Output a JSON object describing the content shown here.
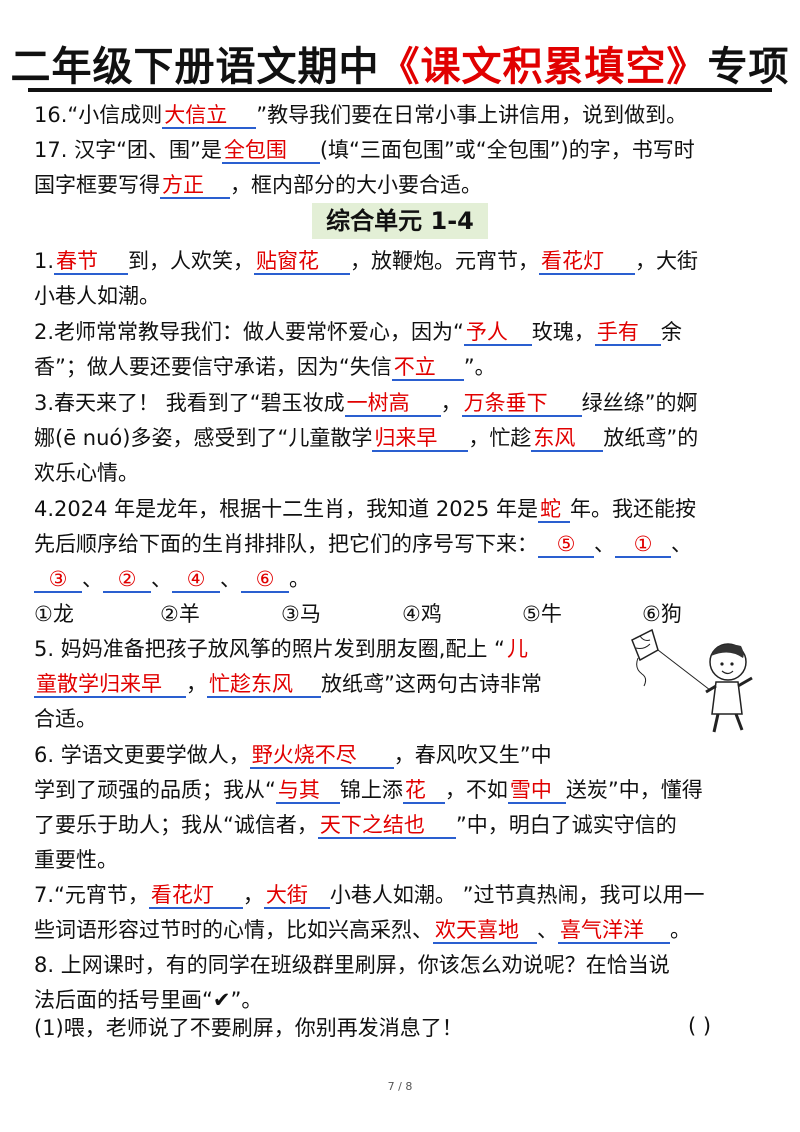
{
  "title": {
    "prefix": "二年级下册语文期中",
    "highlight": "《课文积累填空》",
    "suffix": "专项"
  },
  "l16": {
    "a": "16.“小信成则",
    "b": "大信立",
    "c": "”教导我们要在日常小事上讲信用，说到做到。"
  },
  "l17a": {
    "a": "17. 汉字“团、围”是",
    "b": "全包围",
    "c": "(填“三面包围”或“全包围”)的字，书写时"
  },
  "l17b": {
    "a": "国字框要写得",
    "b": "方正",
    "c": "，框内部分的大小要合适。"
  },
  "section_title": "综合单元 1-4",
  "q1a": {
    "a": "1.",
    "b": "春节",
    "c": "到，人欢笑，",
    "d": "贴窗花",
    "e": "，放鞭炮。元宵节，",
    "f": "看花灯",
    "g": "，大街"
  },
  "q1b": "小巷人如潮。",
  "q2a": {
    "a": "2.老师常常教导我们：做人要常怀爱心，因为“",
    "b": "予人",
    "c": "玫瑰，",
    "d": "手有",
    "e": "余"
  },
  "q2b": {
    "a": "香”；做人要还要信守承诺，因为“失信",
    "b": "不立",
    "c": "”。"
  },
  "q3a": {
    "a": "3.春天来了！  我看到了“碧玉妆成",
    "b": "一树高",
    "c": "，",
    "d": "万条垂下",
    "e": "绿丝绦”的婀"
  },
  "q3b": {
    "a": "娜(ē nuó)多姿，感受到了“儿童散学",
    "b": "归来早",
    "c": "，忙趁",
    "d": "东风",
    "e": "放纸鸢”的"
  },
  "q3c": "欢乐心情。",
  "q4a": {
    "a": "4.2024 年是龙年，根据十二生肖，我知道 2025 年是",
    "b": "蛇",
    "c": "年。我还能按"
  },
  "q4b": {
    "a": "先后顺序给下面的生肖排排队，把它们的序号写下来：",
    "b": "⑤",
    "c": "、",
    "d": "①",
    "e": "、"
  },
  "q4c": {
    "a": "③",
    "b": "、",
    "c": "②",
    "d": "、",
    "e": "④",
    "f": "、",
    "g": "⑥",
    "h": "。"
  },
  "zodiac": [
    "①龙",
    "②羊",
    "③马",
    "④鸡",
    "⑤牛",
    "⑥狗"
  ],
  "q5a": {
    "a": "5. 妈妈准备把孩子放风筝的照片发到朋友圈,配上 “",
    "b": "儿"
  },
  "q5b": {
    "a": "童散学归来早",
    "b": "，",
    "c": "忙趁东风",
    "d": "放纸鸢”这两句古诗非常"
  },
  "q5c": "合适。",
  "q6a": {
    "a": "6. 学语文更要学做人，",
    "b": "野火烧不尽",
    "c": "，春风吹又生”中"
  },
  "q6b": {
    "a": "学到了顽强的品质；我从“",
    "b": "与其",
    "c": "锦上添",
    "d": "花",
    "e": "，不如",
    "f": "雪中",
    "g": "送炭”中，懂得"
  },
  "q6c": {
    "a": "了要乐于助人；我从“诚信者，",
    "b": "天下之结也",
    "c": "”中，明白了诚实守信的"
  },
  "q6d": "重要性。",
  "q7a": {
    "a": "7.“元宵节，",
    "b": "看花灯",
    "c": "，",
    "d": "大街",
    "e": "小巷人如潮。 ”过节真热闹，我可以用一"
  },
  "q7b": {
    "a": "些词语形容过节时的心情，比如兴高采烈、",
    "b": "欢天喜地",
    "c": "、",
    "d": "喜气洋洋",
    "e": "。"
  },
  "q8a": "8. 上网课时，有的同学在班级群里刷屏，你该怎么劝说呢？在恰当说",
  "q8b": "法后面的括号里画“✔”。",
  "q8c": "(1)喂，老师说了不要刷屏，你别再发消息了！",
  "paren": "(      )",
  "page": "7 / 8",
  "colors": {
    "answer": "#e10000",
    "underline": "#2a5fd0",
    "section_bg": "#e3efd6"
  }
}
